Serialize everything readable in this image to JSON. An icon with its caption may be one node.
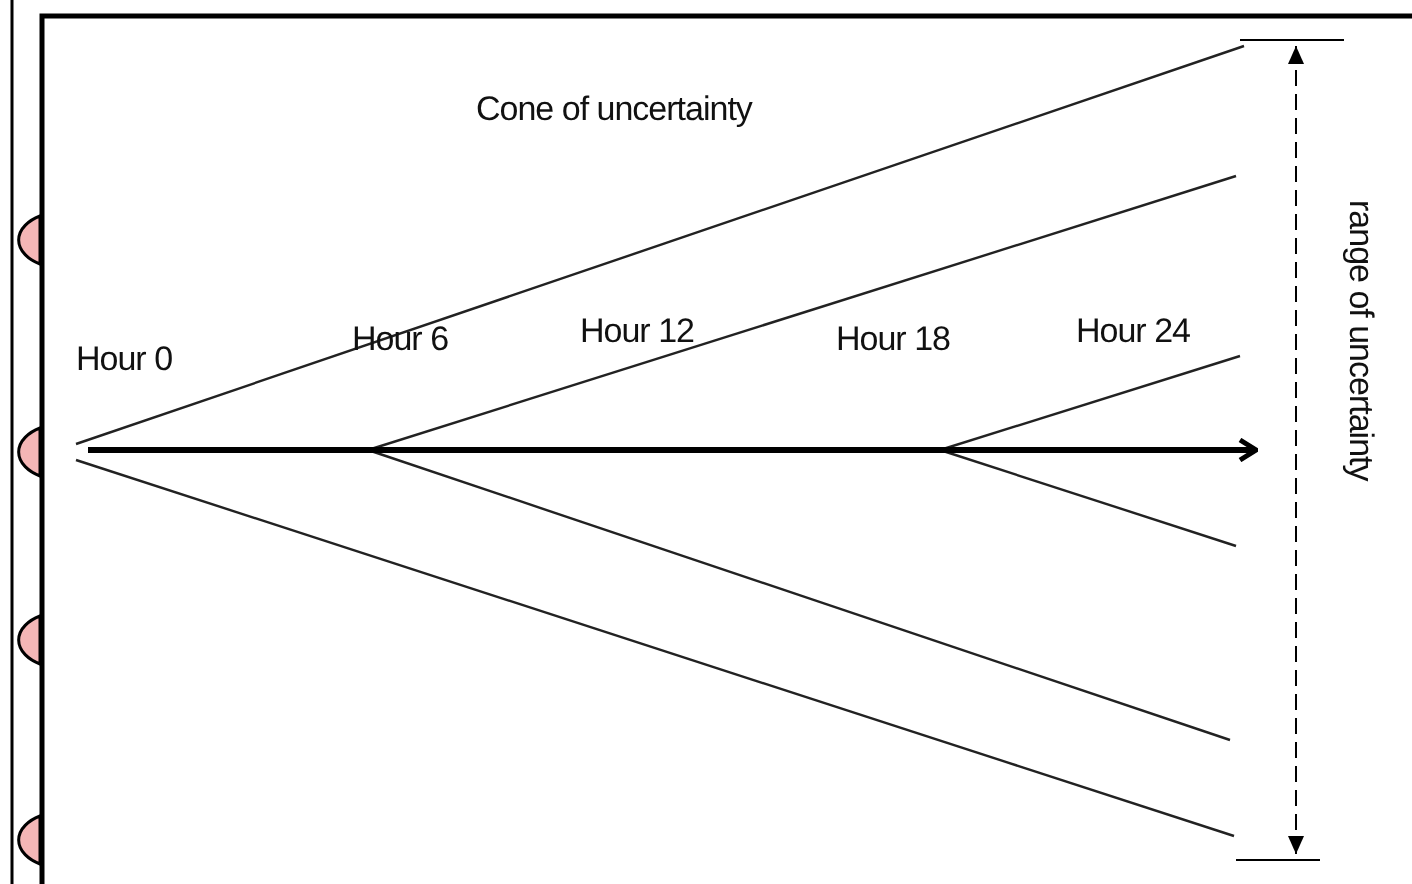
{
  "diagram": {
    "labels": [
      "Cone of uncertainty",
      "Hour 0",
      "Hour 6",
      "Hour 12",
      "Hour 18",
      "Hour 24",
      "range of uncertainty"
    ]
  }
}
